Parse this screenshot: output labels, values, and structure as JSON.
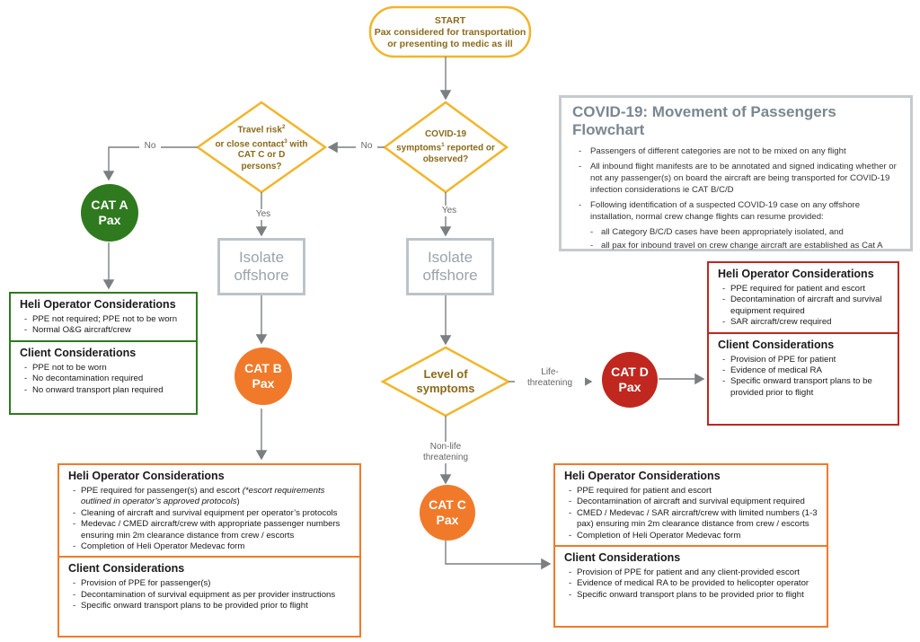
{
  "start": {
    "title": "START",
    "line1": "Pax considered for transportation",
    "line2": "or presenting to medic as ill"
  },
  "covid_q": {
    "a": "COVID-19",
    "b": "symptoms",
    "sup": "1",
    "c": " reported or",
    "d": "observed?"
  },
  "travel_q": {
    "a": "Travel risk",
    "sup1": "2",
    "b": "or close contact",
    "sup2": "3",
    "c": " with",
    "d": "CAT C or D",
    "e": "persons?"
  },
  "level_q": {
    "a": "Level of",
    "b": "symptoms"
  },
  "labels": {
    "no1": "No",
    "no2": "No",
    "yes1": "Yes",
    "yes2": "Yes",
    "life1": "Life-",
    "life2": "threatening",
    "nonlife1": "Non-life",
    "nonlife2": "threatening"
  },
  "isolate": {
    "a": "Isolate",
    "b": "offshore"
  },
  "cats": {
    "a": {
      "l1": "CAT A",
      "l2": "Pax"
    },
    "b": {
      "l1": "CAT B",
      "l2": "Pax"
    },
    "c": {
      "l1": "CAT C",
      "l2": "Pax"
    },
    "d": {
      "l1": "CAT D",
      "l2": "Pax"
    }
  },
  "info": {
    "title": "COVID-19: Movement of Passengers Flowchart",
    "items": [
      "Passengers of different categories are not to be mixed on any flight",
      "All inbound flight manifests are to be annotated and signed indicating whether or not any passenger(s) on board the aircraft are being transported for COVID-19 infection considerations ie CAT B/C/D",
      "Following identification of a suspected COVID-19 case on any offshore installation, normal crew change flights can resume provided:",
      "all Category B/C/D cases have been appropriately isolated, and",
      "all pax for inbound travel on crew change aircraft are established as Cat A"
    ]
  },
  "box_a": {
    "heli_title": "Heli Operator Considerations",
    "heli": [
      "PPE not required; PPE not to be worn",
      "Normal O&G aircraft/crew"
    ],
    "client_title": "Client Considerations",
    "client": [
      "PPE not to be worn",
      "No decontamination required",
      "No onward transport plan required"
    ]
  },
  "box_b": {
    "heli_title": "Heli Operator Considerations",
    "heli0a": "PPE required for passenger(s) and escort ",
    "heli0b": "(*escort requirements outlined in operator’s approved protocols",
    "heli0c": ")",
    "heli": [
      "Cleaning of aircraft and survival equipment per operator’s protocols",
      "Medevac / CMED aircraft/crew with appropriate passenger numbers ensuring min 2m clearance distance from crew / escorts",
      "Completion of Heli Operator Medevac form"
    ],
    "client_title": "Client Considerations",
    "client": [
      "Provision of PPE for passenger(s)",
      "Decontamination of survival equipment as per provider instructions",
      "Specific onward transport plans to be provided prior to flight"
    ]
  },
  "box_c": {
    "heli_title": "Heli Operator Considerations",
    "heli": [
      "PPE required for patient and escort",
      "Decontamination of aircraft and survival equipment required",
      "CMED / Medevac / SAR aircraft/crew with limited numbers (1-3 pax) ensuring min 2m clearance distance from crew / escorts",
      "Completion of Heli Operator Medevac form"
    ],
    "client_title": "Client Considerations",
    "client": [
      "Provision of PPE for patient and any client-provided escort",
      "Evidence of medical RA to be provided to helicopter operator",
      "Specific onward transport plans to be provided prior to flight"
    ]
  },
  "box_d": {
    "heli_title": "Heli Operator Considerations",
    "heli": [
      "PPE required for patient and escort",
      "Decontamination of aircraft and survival equipment required",
      "SAR aircraft/crew required"
    ],
    "client_title": "Client Considerations",
    "client": [
      "Provision of PPE for patient",
      "Evidence of medical RA",
      "Specific onward transport plans to be provided prior to flight"
    ]
  },
  "colors": {
    "gold": "#f2b52a",
    "green": "#2f7a1f",
    "orange": "#f07a2a",
    "red": "#c0271f",
    "grey": "#bcc4c9",
    "line": "#7a7f82"
  }
}
